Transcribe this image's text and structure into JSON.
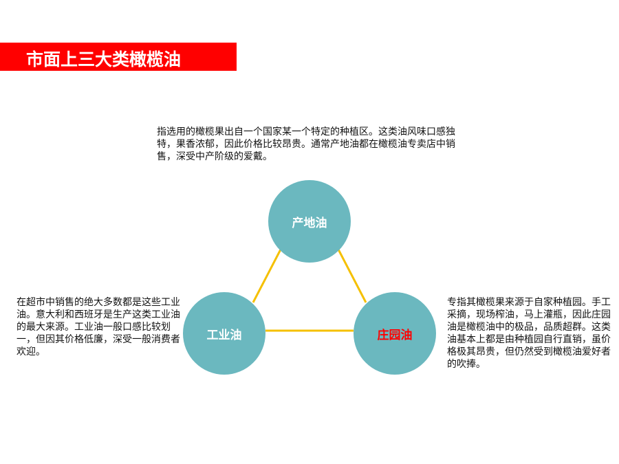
{
  "title": "市面上三大类橄榄油",
  "nodes": {
    "top": {
      "label": "产地油"
    },
    "left": {
      "label": "工业油"
    },
    "right": {
      "label": "庄园油"
    }
  },
  "descriptions": {
    "top": "指选用的橄榄果出自一个国家某一个特定的种植区。这类油风味口感独特，果香浓郁，因此价格比较昂贵。通常产地油都在橄榄油专卖店中销售，深受中产阶级的爱戴。",
    "left": "在超市中销售的绝大多数都是这些工业油。意大利和西班牙是生产这类工业油的最大来源。工业油一般口感比较划一，但因其价格低廉，深受一般消费者欢迎。",
    "right": "专指其橄榄果来源于自家种植园。手工采摘，现场榨油，马上灌瓶，因此庄园油是橄榄油中的极品，品质超群。这类油基本上都是由种植园自行直销，虽价格极其昂贵，但仍然受到橄榄油爱好者的吹捧。"
  },
  "colors": {
    "title_bar": "#ff0000",
    "circle": "#6bb8bf",
    "connector": "#f5c000",
    "highlight_label": "#ff0000"
  }
}
